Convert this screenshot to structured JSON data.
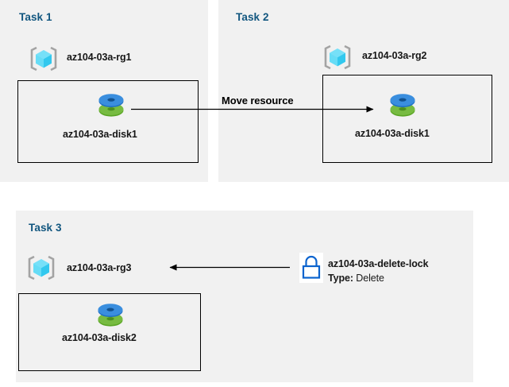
{
  "diagram": {
    "title_color": "#11567f",
    "panel_background": "#f1f1f1",
    "canvas_background": "#ffffff",
    "accent_blue": "#3a8ede",
    "accent_green": "#6cb33f",
    "lock_blue": "#0b63ce"
  },
  "panels": [
    {
      "id": "task1",
      "title": "Task 1",
      "resource_group": {
        "label": "az104-03a-rg1",
        "icon": "resource-group-icon"
      },
      "resource": {
        "label": "az104-03a-disk1",
        "icon": "managed-disk-icon"
      }
    },
    {
      "id": "task2",
      "title": "Task 2",
      "resource_group": {
        "label": "az104-03a-rg2",
        "icon": "resource-group-icon"
      },
      "resource": {
        "label": "az104-03a-disk1",
        "icon": "managed-disk-icon"
      }
    },
    {
      "id": "task3",
      "title": "Task 3",
      "resource_group": {
        "label": "az104-03a-rg3",
        "icon": "resource-group-icon"
      },
      "resource": {
        "label": "az104-03a-disk2",
        "icon": "managed-disk-icon"
      },
      "lock": {
        "icon": "lock-icon",
        "name": "az104-03a-delete-lock",
        "type_label": "Type:",
        "type_value": "Delete"
      }
    }
  ],
  "connectors": {
    "move_resource": {
      "label": "Move resource",
      "direction": "right"
    },
    "lock_applies_to": {
      "label": "",
      "direction": "left"
    }
  }
}
